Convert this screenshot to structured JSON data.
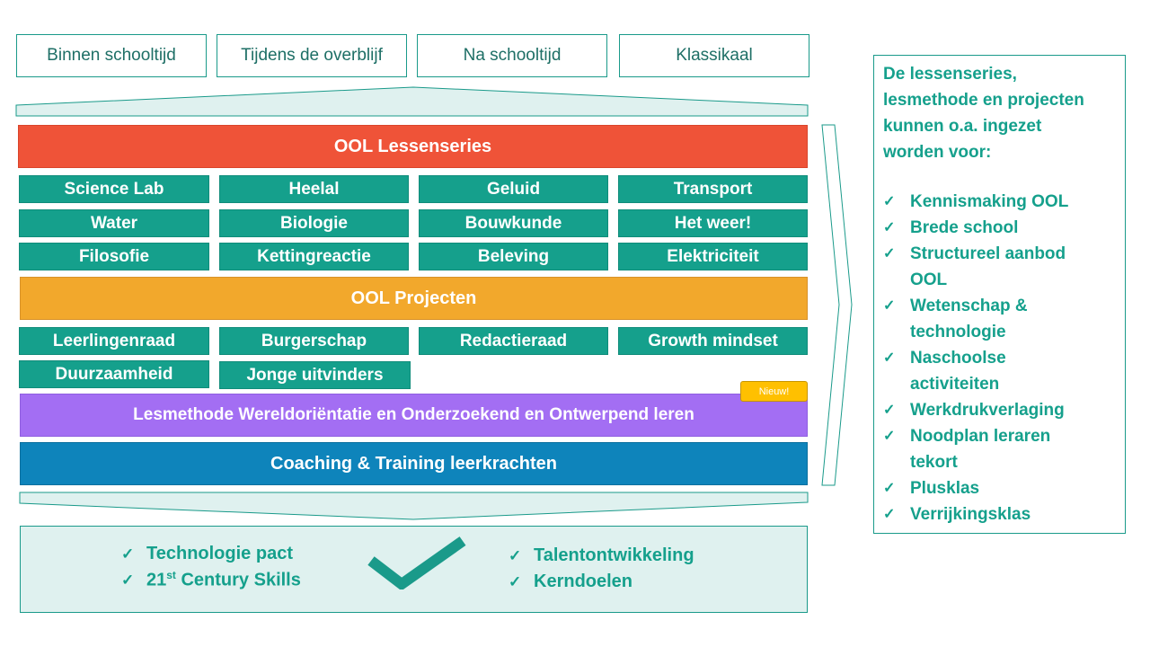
{
  "top_tabs": [
    "Binnen schooltijd",
    "Tijdens de overblijf",
    "Na schooltijd",
    "Klassikaal"
  ],
  "lessenseries": {
    "title": "OOL Lessenseries",
    "tiles": [
      "Science Lab",
      "Heelal",
      "Geluid",
      "Transport",
      "Water",
      "Biologie",
      "Bouwkunde",
      "Het weer!",
      "Filosofie",
      "Kettingreactie",
      "Beleving",
      "Elektriciteit"
    ]
  },
  "projecten": {
    "title": "OOL Projecten",
    "tiles": [
      "Leerlingenraad",
      "Burgerschap",
      "Redactieraad",
      "Growth mindset",
      "Duurzaamheid",
      "Jonge uitvinders"
    ]
  },
  "lesmethode": {
    "title": "Lesmethode Wereldoriëntatie en Onderzoekend en Ontwerpend leren",
    "badge": "Nieuw!"
  },
  "coaching": {
    "title": "Coaching & Training leerkrachten"
  },
  "bottom": {
    "left": [
      "Technologie pact",
      "21st Century Skills"
    ],
    "right": [
      "Talentontwikkeling",
      "Kerndoelen"
    ]
  },
  "sidebar": {
    "title": "De lessenseries,\nlesmethode en projecten\nkunnen o.a. ingezet\nworden voor:",
    "items": [
      "Kennismaking OOL",
      "Brede school",
      "Structureel aanbod\nOOL",
      "Wetenschap &\ntechnologie",
      "Naschoolse\nactiviteiten",
      "Werkdrukverlaging",
      "Noodplan leraren\ntekort",
      "Plusklas",
      "Verrijkingsklas"
    ]
  },
  "colors": {
    "teal": "#15a08c",
    "red": "#ef5338",
    "orange": "#f2a82c",
    "purple": "#a36ef3",
    "blue": "#0e84bb",
    "badge": "#ffc000"
  },
  "check_glyph": "✓"
}
